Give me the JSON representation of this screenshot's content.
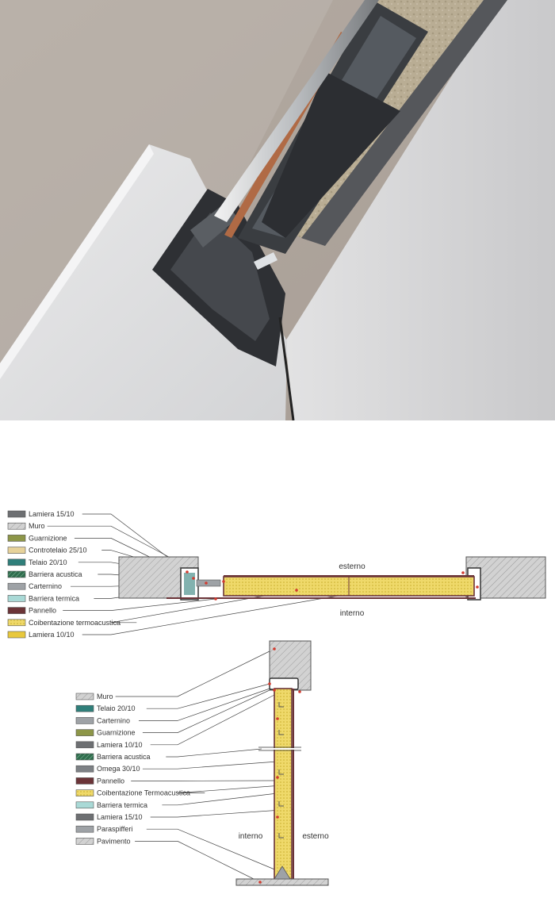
{
  "plan_section": {
    "legend": [
      {
        "label": "Lamiera 15/10",
        "fill": "#6d6f72"
      },
      {
        "label": "Muro",
        "fill": "#cfcfcf",
        "hatch": true
      },
      {
        "label": "Guarnizione",
        "fill": "#8d9648"
      },
      {
        "label": "Controtelaio 25/10",
        "fill": "#e7d29a"
      },
      {
        "label": "Telaio 20/10",
        "fill": "#2f7f7a"
      },
      {
        "label": "Barriera acustica",
        "fill": "#2f6d4d",
        "hatch": true
      },
      {
        "label": "Carternino",
        "fill": "#9ea2a6"
      },
      {
        "label": "Barriera termica",
        "fill": "#a9d9d6"
      },
      {
        "label": "Pannello",
        "fill": "#6b3438"
      },
      {
        "label": "Coibentazione termoacustica",
        "fill": "#e9d34f",
        "dotted": true
      },
      {
        "label": "Lamiera 10/10",
        "fill": "#e8c83c"
      }
    ],
    "side_outer": "esterno",
    "side_inner": "interno"
  },
  "vertical_section": {
    "legend": [
      {
        "label": "Muro",
        "fill": "#cfcfcf",
        "hatch": true
      },
      {
        "label": "Telaio 20/10",
        "fill": "#2f7f7a"
      },
      {
        "label": "Carternino",
        "fill": "#9ea2a6"
      },
      {
        "label": "Guarnizione",
        "fill": "#8d9648"
      },
      {
        "label": "Lamiera 10/10",
        "fill": "#6d6f72"
      },
      {
        "label": "Barriera acustica",
        "fill": "#2f6d4d",
        "hatch": true
      },
      {
        "label": "Omega 30/10",
        "fill": "#7d8185"
      },
      {
        "label": "Pannello",
        "fill": "#6b3438"
      },
      {
        "label": "Coibentazione Termoacustica",
        "fill": "#e9d34f",
        "dotted": true
      },
      {
        "label": "Barriera termica",
        "fill": "#a9d9d6"
      },
      {
        "label": "Lamiera 15/10",
        "fill": "#6d6f72"
      },
      {
        "label": "Paraspifferi",
        "fill": "#9ea2a6"
      },
      {
        "label": "Pavimento",
        "fill": "#cfcfcf",
        "hatch": true
      }
    ],
    "side_inner": "interno",
    "side_outer": "esterno"
  }
}
